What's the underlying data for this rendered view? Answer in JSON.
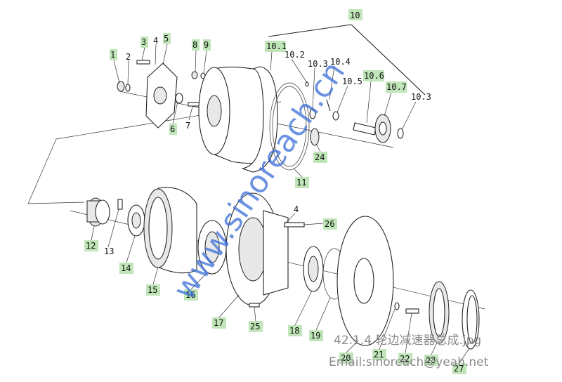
{
  "diagram": {
    "labels": {
      "l1": "1",
      "l2": "2",
      "l3": "3",
      "l4": "4",
      "l5": "5",
      "l6": "6",
      "l7": "7",
      "l8": "8",
      "l9": "9",
      "l10": "10",
      "l10_1": "10.1",
      "l10_2": "10.2",
      "l10_3a": "10.3",
      "l10_4": "10.4",
      "l10_5": "10.5",
      "l10_6": "10.6",
      "l10_7": "10.7",
      "l10_3b": "10.3",
      "l11": "11",
      "l12": "12",
      "l13": "13",
      "l14": "14",
      "l15": "15",
      "l16": "16",
      "l17": "17",
      "l18": "18",
      "l19": "19",
      "l20": "20",
      "l21": "21",
      "l22": "22",
      "l23": "23",
      "l24": "24",
      "l25": "25",
      "l26": "26",
      "l27": "27",
      "l4b": "4"
    },
    "watermark": "www.sinoreach.cn",
    "caption_file": "42.1.4 轮边减速器总成.jpg",
    "caption_email": "Email:sinoreach@yeah.net",
    "colors": {
      "label_bg": "#bfe5b8",
      "watermark": "#3a6fd8",
      "caption": "#8a8a8a"
    }
  }
}
